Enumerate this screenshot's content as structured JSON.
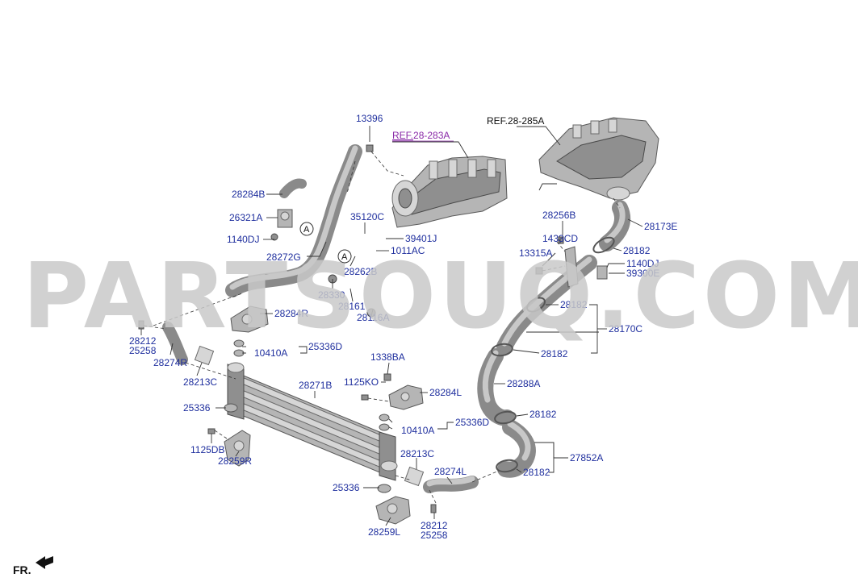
{
  "watermark": "PARTSOUQ.COM",
  "front_marker": "FR.",
  "section_markers": [
    "A",
    "A"
  ],
  "colors": {
    "label": "#1f2f9e",
    "ref_label": "#8a2aa8",
    "dark_label": "#111111",
    "watermark": "#c9c9c9"
  },
  "refs": {
    "ref_left_prefix": "REF.",
    "ref_left_num": "28-283A",
    "ref_right": "REF.28-285A"
  },
  "labels": {
    "l13396": "13396",
    "l28284B": "28284B",
    "l26321A": "26321A",
    "l1140DJ_left": "1140DJ",
    "l28272G": "28272G",
    "l35120C": "35120C",
    "l39401J": "39401J",
    "l1011AC": "1011AC",
    "l28262B": "28262B",
    "l28330": "28330",
    "l28161": "28161",
    "l28116A": "28116A",
    "l28284R": "28284R",
    "l28212_top": "28212",
    "l25258_top": "25258",
    "l28274R": "28274R",
    "l25336D_top": "25336D",
    "l10410A_top": "10410A",
    "l28213C_left": "28213C",
    "l1338BA": "1338BA",
    "l1125KO": "1125KO",
    "l28284L": "28284L",
    "l28271B": "28271B",
    "l25336_left": "25336",
    "l1125DB": "1125DB",
    "l28259R": "28259R",
    "l25336D_mid": "25336D",
    "l10410A_mid": "10410A",
    "l28213C_mid": "28213C",
    "l28274L": "28274L",
    "l25336_low": "25336",
    "l28259L": "28259L",
    "l28212_bot": "28212",
    "l25258_bot": "25258",
    "l28256B": "28256B",
    "l1433CD": "1433CD",
    "l13315A": "13315A",
    "l28173E": "28173E",
    "l28182_a": "28182",
    "l1140DJ_right": "1140DJ",
    "l39300E": "39300E",
    "l28182_b": "28182",
    "l28170C": "28170C",
    "l28182_c": "28182",
    "l28288A": "28288A",
    "l28182_d": "28182",
    "l27852A": "27852A",
    "l28182_e": "28182"
  }
}
